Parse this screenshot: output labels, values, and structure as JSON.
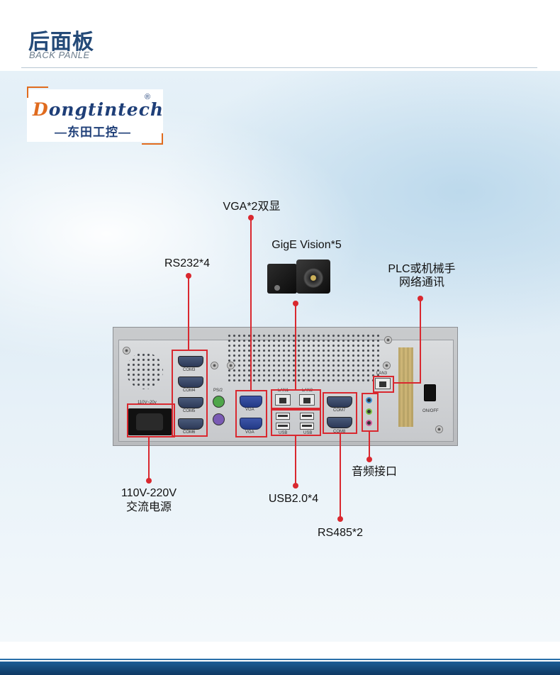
{
  "header": {
    "title": "后面板",
    "subtitle": "BACK PANLE"
  },
  "logo": {
    "brand_initial": "D",
    "brand_rest": "ongtintech",
    "registered": "®",
    "chinese": "—东田工控—"
  },
  "callouts": {
    "vga": "VGA*2双显",
    "gige": "GigE Vision*5",
    "rs232": "RS232*4",
    "plc_line1": "PLC或机械手",
    "plc_line2": "网络通讯",
    "power_line1": "110V-220V",
    "power_line2": "交流电源",
    "usb": "USB2.0*4",
    "audio": "音频接口",
    "rs485": "RS485*2"
  },
  "panel_labels": {
    "com3": "COM3",
    "com4": "COM4",
    "com5": "COM5",
    "com6": "COM6",
    "ps2": "PS/2",
    "vga_top": "VGA",
    "vga_bottom": "VGA",
    "lan1": "LAN1",
    "lan2": "LAN2",
    "usb_left": "USB",
    "usb_right": "USB",
    "com7": "COM7",
    "com8": "COM8",
    "lan3": "LAN3",
    "on_off": "ON/OFF",
    "voltage": "110V~20v"
  },
  "colors": {
    "accent_red": "#d9282f",
    "title_blue": "#244a78",
    "footer_blue": "#154c7d",
    "logo_orange": "#e06b1e"
  }
}
